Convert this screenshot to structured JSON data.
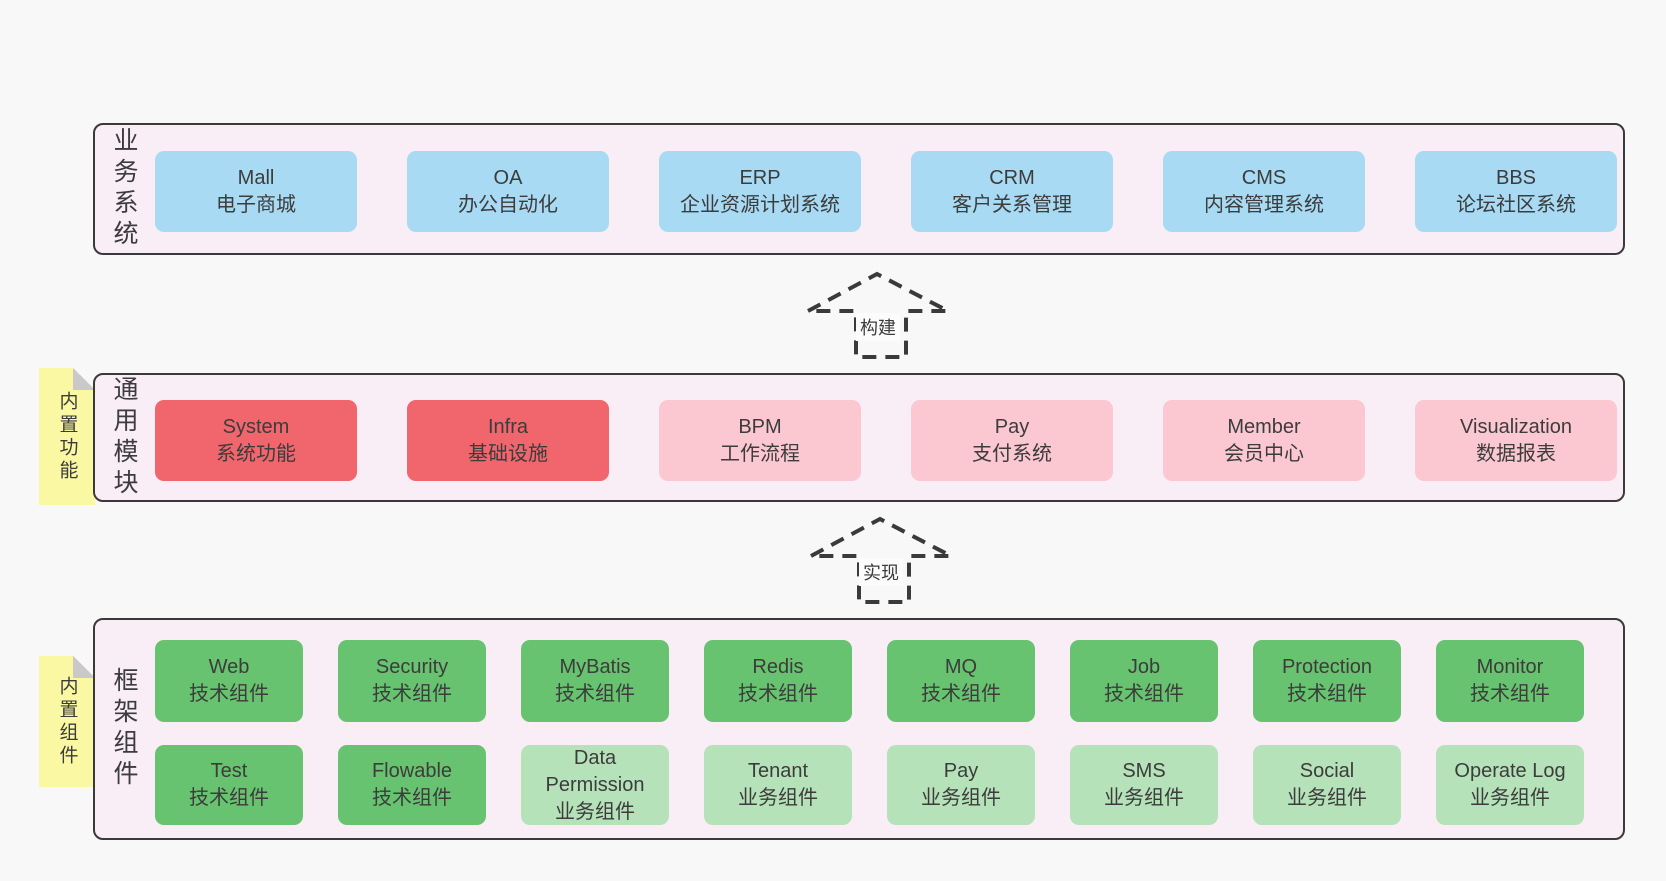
{
  "colors": {
    "page-bg": "#f8f8f8",
    "band-bg": "#f9edf6",
    "band-border": "#3a3a3a",
    "text": "#3c3c3c",
    "box-blue": "#a8daf3",
    "box-red": "#f0666c",
    "box-pink": "#fbc8d2",
    "box-green": "#67c36f",
    "box-lightgreen": "#b5e2b9",
    "sticky-bg": "#fbf8a3",
    "sticky-fold": "#c9c9c9"
  },
  "arrows": [
    {
      "label": "构建",
      "direction": "up"
    },
    {
      "label": "实现",
      "direction": "up"
    }
  ],
  "bands": [
    {
      "label": "业务系统",
      "sticky": null,
      "rows": [
        [
          {
            "title": "Mall",
            "subtitle": "电子商城",
            "variant": "blue"
          },
          {
            "title": "OA",
            "subtitle": "办公自动化",
            "variant": "blue"
          },
          {
            "title": "ERP",
            "subtitle": "企业资源计划系统",
            "variant": "blue"
          },
          {
            "title": "CRM",
            "subtitle": "客户关系管理",
            "variant": "blue"
          },
          {
            "title": "CMS",
            "subtitle": "内容管理系统",
            "variant": "blue"
          },
          {
            "title": "BBS",
            "subtitle": "论坛社区系统",
            "variant": "blue"
          }
        ]
      ]
    },
    {
      "label": "通用模块",
      "sticky": "内置功能",
      "rows": [
        [
          {
            "title": "System",
            "subtitle": "系统功能",
            "variant": "red"
          },
          {
            "title": "Infra",
            "subtitle": "基础设施",
            "variant": "red"
          },
          {
            "title": "BPM",
            "subtitle": "工作流程",
            "variant": "pink"
          },
          {
            "title": "Pay",
            "subtitle": "支付系统",
            "variant": "pink"
          },
          {
            "title": "Member",
            "subtitle": "会员中心",
            "variant": "pink"
          },
          {
            "title": "Visualization",
            "subtitle": "数据报表",
            "variant": "pink"
          }
        ]
      ]
    },
    {
      "label": "框架组件",
      "sticky": "内置组件",
      "rows": [
        [
          {
            "title": "Web",
            "subtitle": "技术组件",
            "variant": "green"
          },
          {
            "title": "Security",
            "subtitle": "技术组件",
            "variant": "green"
          },
          {
            "title": "MyBatis",
            "subtitle": "技术组件",
            "variant": "green"
          },
          {
            "title": "Redis",
            "subtitle": "技术组件",
            "variant": "green"
          },
          {
            "title": "MQ",
            "subtitle": "技术组件",
            "variant": "green"
          },
          {
            "title": "Job",
            "subtitle": "技术组件",
            "variant": "green"
          },
          {
            "title": "Protection",
            "subtitle": "技术组件",
            "variant": "green"
          },
          {
            "title": "Monitor",
            "subtitle": "技术组件",
            "variant": "green"
          }
        ],
        [
          {
            "title": "Test",
            "subtitle": "技术组件",
            "variant": "green"
          },
          {
            "title": "Flowable",
            "subtitle": "技术组件",
            "variant": "green"
          },
          {
            "title": "Data Permission",
            "subtitle": "业务组件",
            "variant": "lightgreen"
          },
          {
            "title": "Tenant",
            "subtitle": "业务组件",
            "variant": "lightgreen"
          },
          {
            "title": "Pay",
            "subtitle": "业务组件",
            "variant": "lightgreen"
          },
          {
            "title": "SMS",
            "subtitle": "业务组件",
            "variant": "lightgreen"
          },
          {
            "title": "Social",
            "subtitle": "业务组件",
            "variant": "lightgreen"
          },
          {
            "title": "Operate Log",
            "subtitle": "业务组件",
            "variant": "lightgreen"
          }
        ]
      ]
    }
  ]
}
